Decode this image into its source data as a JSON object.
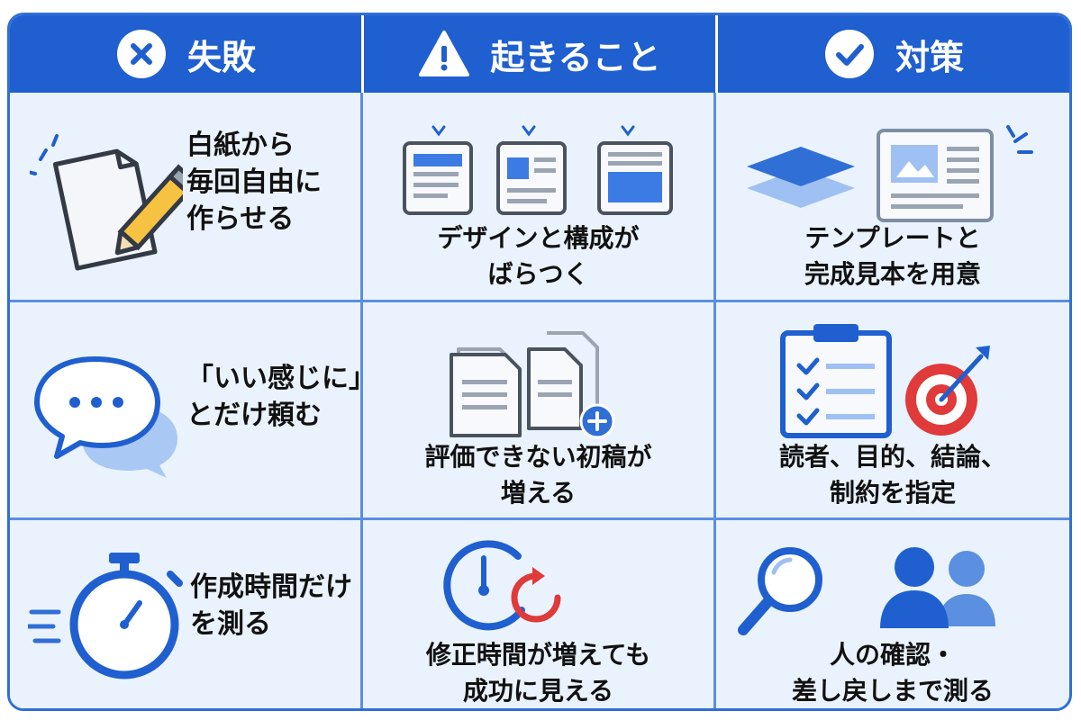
{
  "header": {
    "failure": "失敗",
    "consequence": "起きること",
    "countermeasure": "対策"
  },
  "rows": [
    {
      "failure": [
        "白紙から",
        "毎回自由に",
        "作らせる"
      ],
      "consequence": [
        "デザインと構成が",
        "ばらつく"
      ],
      "countermeasure": [
        "テンプレートと",
        "完成見本を用意"
      ]
    },
    {
      "failure": [
        "「いい感じに」",
        "とだけ頼む"
      ],
      "consequence": [
        "評価できない初稿が",
        "増える"
      ],
      "countermeasure": [
        "読者、目的、結論、",
        "制約を指定"
      ]
    },
    {
      "failure": [
        "作成時間だけ",
        "を測る"
      ],
      "consequence": [
        "修正時間が増えても",
        "成功に見える"
      ],
      "countermeasure": [
        "人の確認・",
        "差し戻しまで測る"
      ]
    }
  ],
  "colors": {
    "header_blue": "#1f5fcf",
    "cell_bg": "#eaf3fd",
    "grid_line": "#5b8fe0",
    "accent_red": "#e03a3a",
    "accent_yellow": "#f5c242"
  },
  "icons": {
    "failure": "x-circle-icon",
    "consequence": "warning-triangle-icon",
    "countermeasure": "check-circle-icon"
  }
}
